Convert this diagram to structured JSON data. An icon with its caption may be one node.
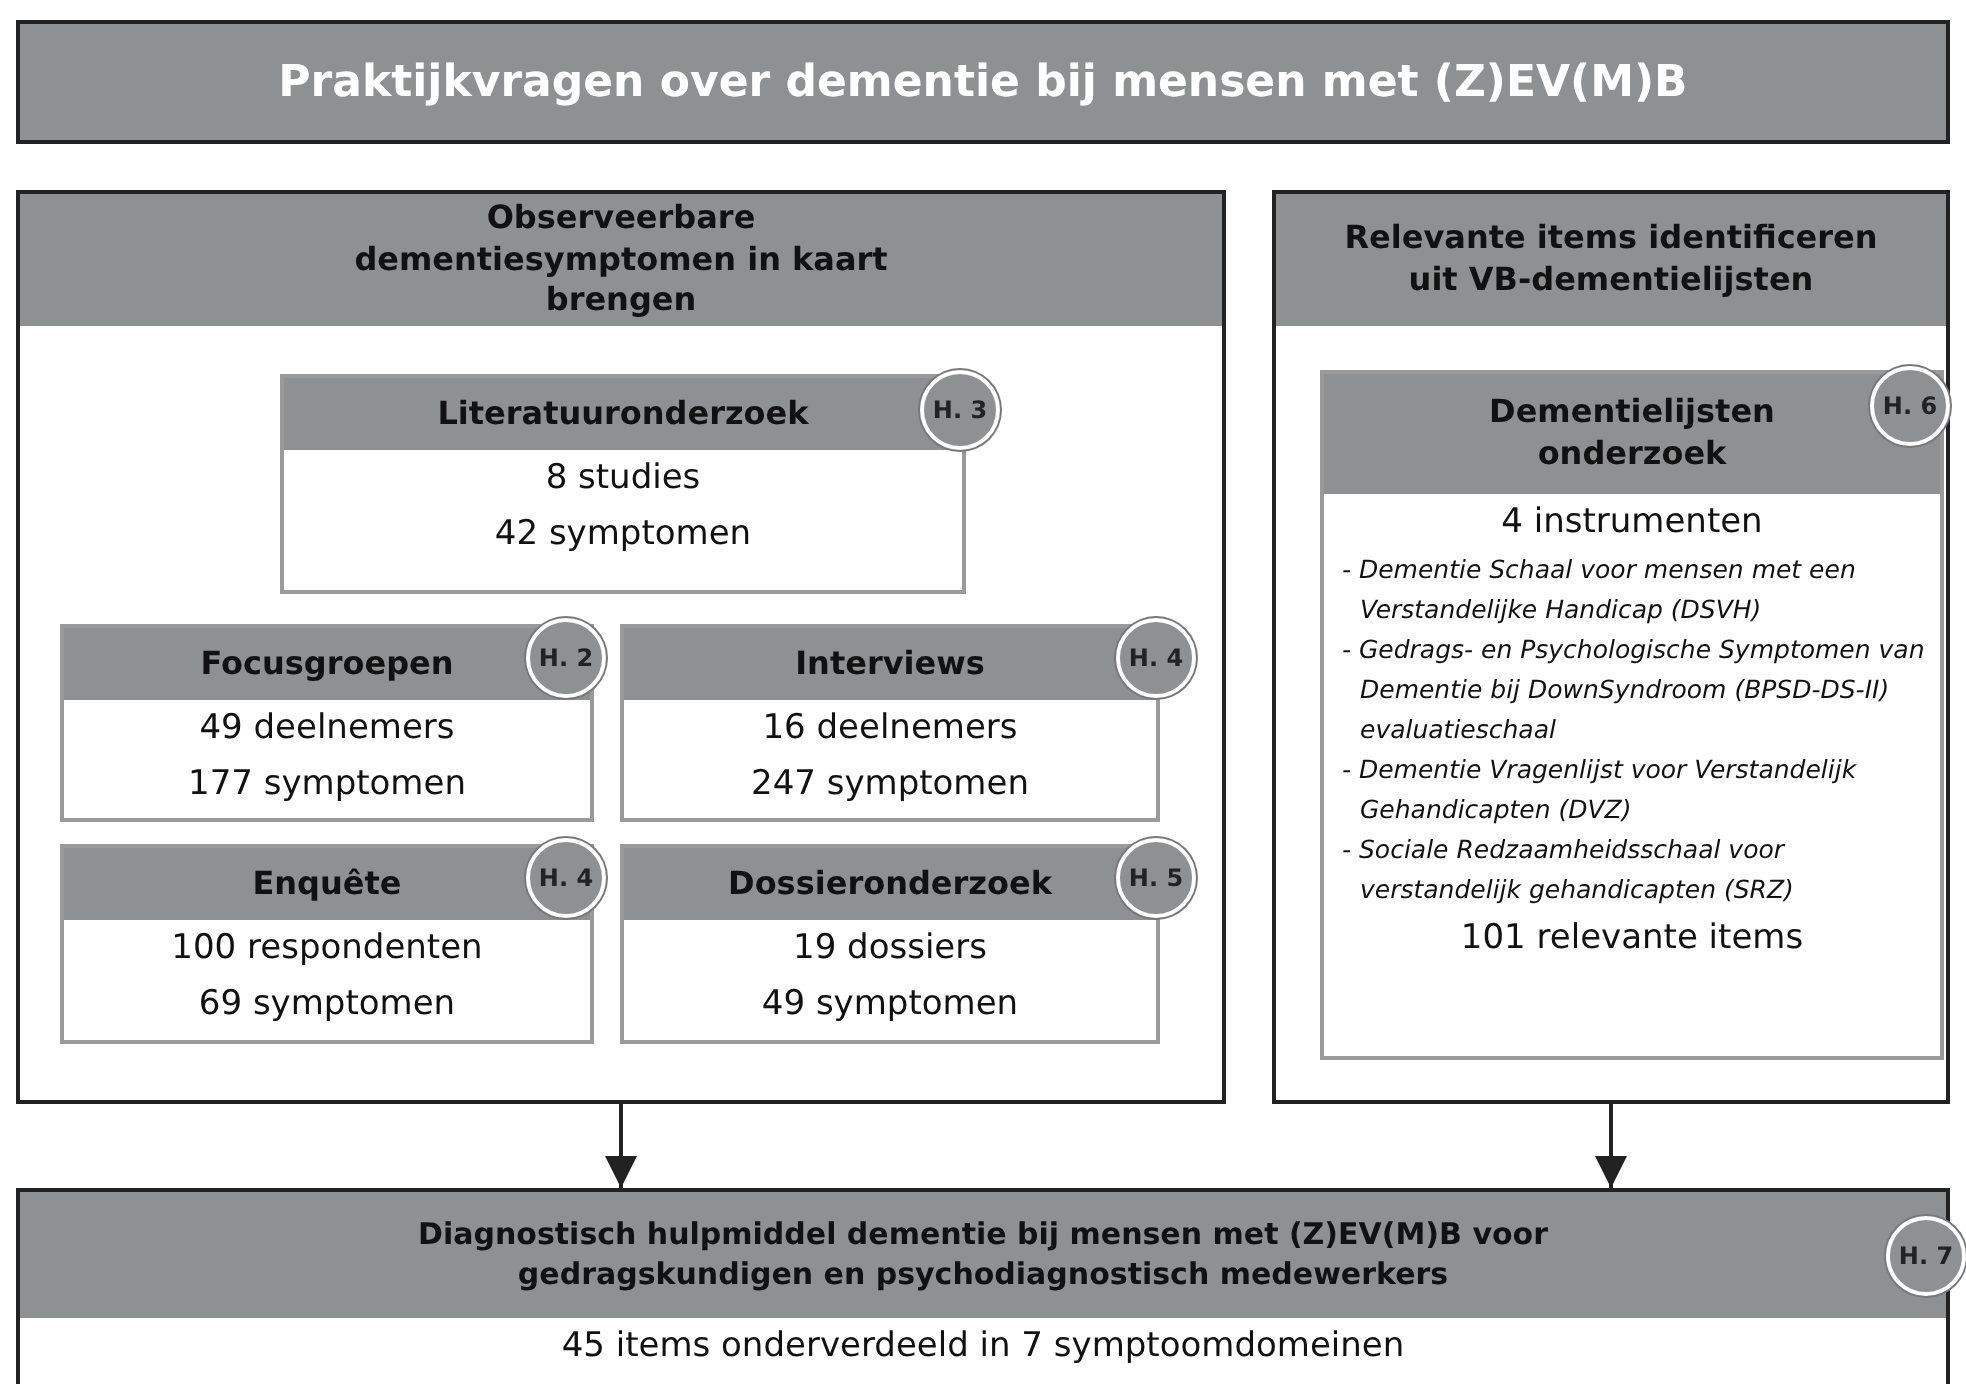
{
  "diagram": {
    "title": "Praktijkvragen over dementie bij mensen met (Z)EV(M)B",
    "nodes": [
      {
        "text": [
          "Observeerbare dementiesymptomen in kaart brengen"
        ]
      },
      {
        "text": [
          "Literatuuronderzoek",
          "H. 3",
          "8 studies",
          "42 symptomen"
        ],
        "in": 0
      },
      {
        "text": [
          "Focusgroepen",
          "H. 2",
          "49 deelnemers",
          "177 symptomen"
        ],
        "in": 0
      },
      {
        "text": [
          "Interviews",
          "H. 4",
          "16 deelnemers",
          "247 symptomen"
        ],
        "in": 0
      },
      {
        "text": [
          "Enquête",
          "H. 4",
          "100 respondenten",
          "69 symptomen"
        ],
        "in": 0
      },
      {
        "text": [
          "Dossieronderzoek",
          "H. 5",
          "19 dossiers",
          "49 symptomen"
        ],
        "in": 0
      },
      {
        "text": [
          "Relevante items identificeren uit VB-dementielijsten"
        ]
      },
      {
        "text": [
          "Dementielijsten onderzoek",
          "H. 6",
          "4 instrumenten",
          "- Dementie Schaal voor mensen met een Verstandelijke Handicap (DSVH)",
          "- Gedrags- en Psychologische Symptomen van Dementie bij DownSyndroom (BPSD-DS-II) evaluatieschaal",
          "- Dementie Vragenlijst voor Verstandelijk Gehandicapten (DVZ)",
          "- Sociale Redzaamheidsschaal voor verstandelijk gehandicapten (SRZ)",
          "101 relevante items"
        ],
        "in": 6
      },
      {
        "text": [
          "Diagnostisch hulpmiddel dementie bij mensen met (Z)EV(M)B voor gedragskundigen en psychodiagnostisch medewerkers",
          "H. 7",
          "45 items onderverdeeld in 7 symptoomdomeinen"
        ]
      }
    ],
    "edges": [
      {
        "from": 0,
        "to": 8,
        "arrow": "to"
      },
      {
        "from": 6,
        "to": 8,
        "arrow": "to"
      }
    ]
  }
}
